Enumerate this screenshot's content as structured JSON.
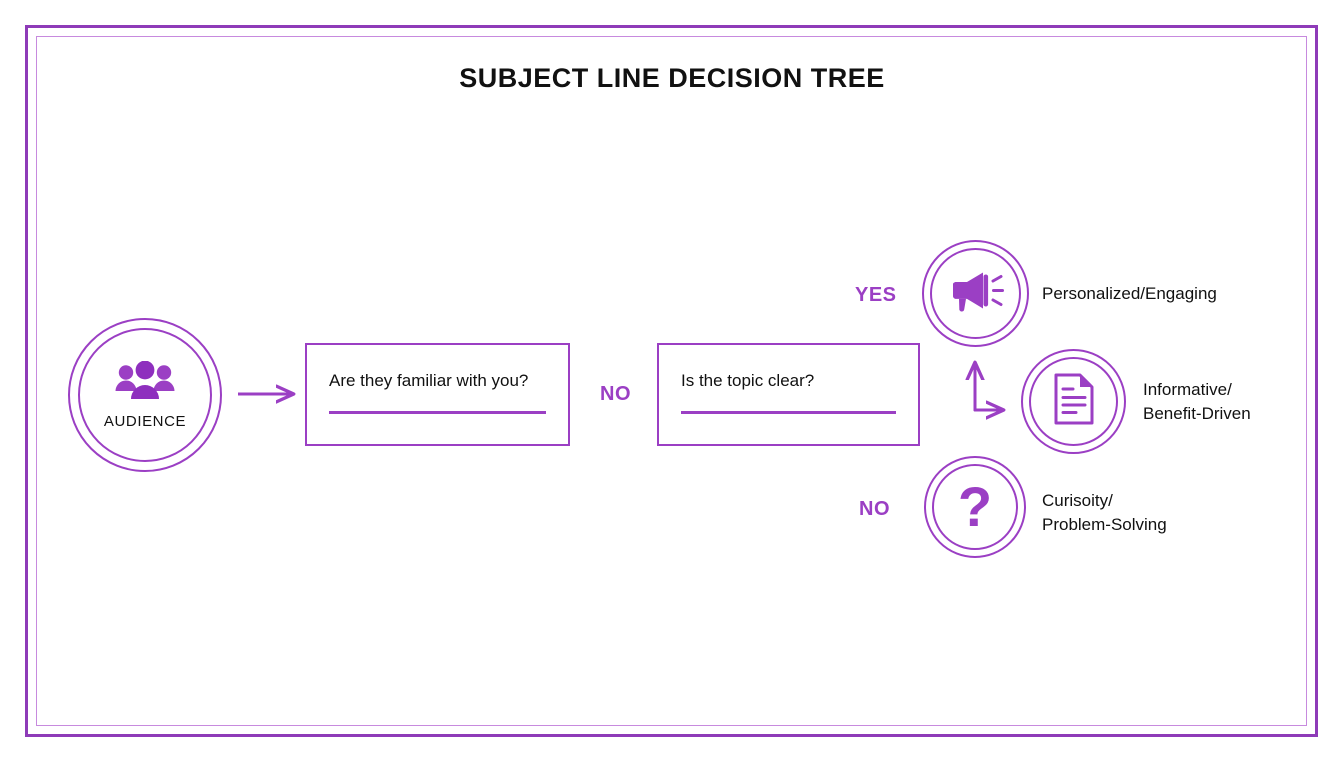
{
  "page": {
    "title": "SUBJECT LINE DECISION TREE",
    "accent_color": "#9b3fc4",
    "frame_outer_color": "#8e3bb8",
    "frame_inner_color": "#c78ade",
    "text_color": "#111111",
    "background": "#ffffff"
  },
  "start_node": {
    "label": "AUDIENCE",
    "icon": "people-group-icon"
  },
  "questions": [
    {
      "id": "q1",
      "text": "Are they familiar with you?"
    },
    {
      "id": "q2",
      "text": "Is the topic clear?"
    }
  ],
  "branch_labels": {
    "q1_to_q2": "NO",
    "q2_yes": "YES",
    "q2_no": "NO"
  },
  "outcomes": [
    {
      "id": "outcome-personalized",
      "icon": "megaphone-icon",
      "label": "Personalized/Engaging",
      "lines": [
        "Personalized/Engaging"
      ]
    },
    {
      "id": "outcome-informative",
      "icon": "document-icon",
      "label": "Informative/ Benefit-Driven",
      "lines": [
        "Informative/",
        "Benefit-Driven"
      ]
    },
    {
      "id": "outcome-curiosity",
      "icon": "question-mark-icon",
      "label": "Curisoity/ Problem-Solving",
      "lines": [
        "Curisoity/",
        "Problem-Solving"
      ]
    }
  ],
  "icons": {
    "question_mark_glyph": "?"
  }
}
